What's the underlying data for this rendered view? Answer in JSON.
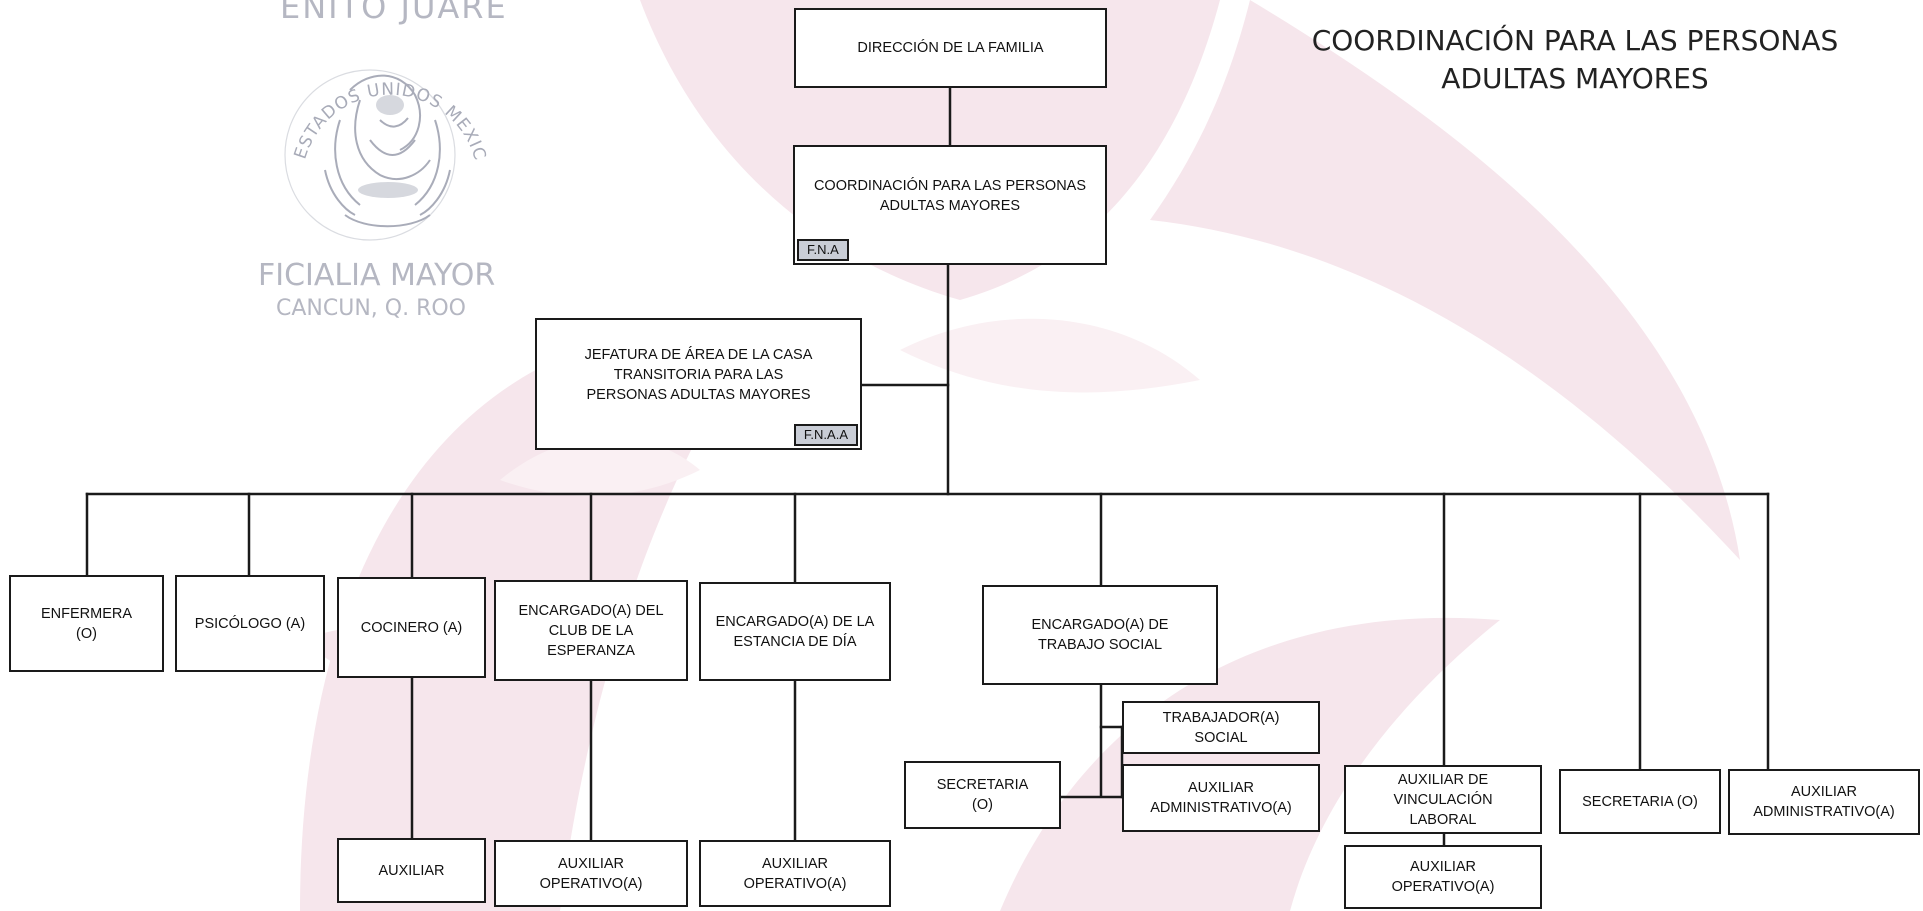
{
  "title": "COORDINACIÓN PARA LAS PERSONAS ADULTAS MAYORES",
  "seal": {
    "top_text": "ENITO JUARE",
    "ring_text": "ESTADOS UNIDOS MEXICANOS",
    "office": "FICIALIA MAYOR",
    "city": "CANCUN, Q. ROO"
  },
  "nodes": {
    "direccion": "DIRECCIÓN DE LA FAMILIA",
    "coordinacion": "COORDINACIÓN PARA LAS PERSONAS ADULTAS MAYORES",
    "coordinacion_tag": "F.N.A",
    "jefatura": "JEFATURA DE ÁREA DE LA CASA TRANSITORIA PARA LAS PERSONAS ADULTAS MAYORES",
    "jefatura_tag": "F.N.A.A",
    "enfermera": "ENFERMERA (O)",
    "psicologo": "PSICÓLOGO (A)",
    "cocinero": "COCINERO (A)",
    "club": "ENCARGADO(A) DEL CLUB DE LA ESPERANZA",
    "estancia": "ENCARGADO(A) DE LA ESTANCIA DE DÍA",
    "trabajo_social": "ENCARGADO(A) DE TRABAJO SOCIAL",
    "trabajador_social": "TRABAJADOR(A) SOCIAL",
    "secretaria_ts": "SECRETARIA (O)",
    "aux_admin_ts": "AUXILIAR ADMINISTRATIVO(A)",
    "aux_vinculacion": "AUXILIAR DE VINCULACIÓN LABORAL",
    "secretaria": "SECRETARIA (O)",
    "aux_admin": "AUXILIAR ADMINISTRATIVO(A)",
    "auxiliar": "AUXILIAR",
    "aux_op_club": "AUXILIAR OPERATIVO(A)",
    "aux_op_estancia": "AUXILIAR OPERATIVO(A)",
    "aux_op_vinculacion": "AUXILIAR OPERATIVO(A)"
  }
}
